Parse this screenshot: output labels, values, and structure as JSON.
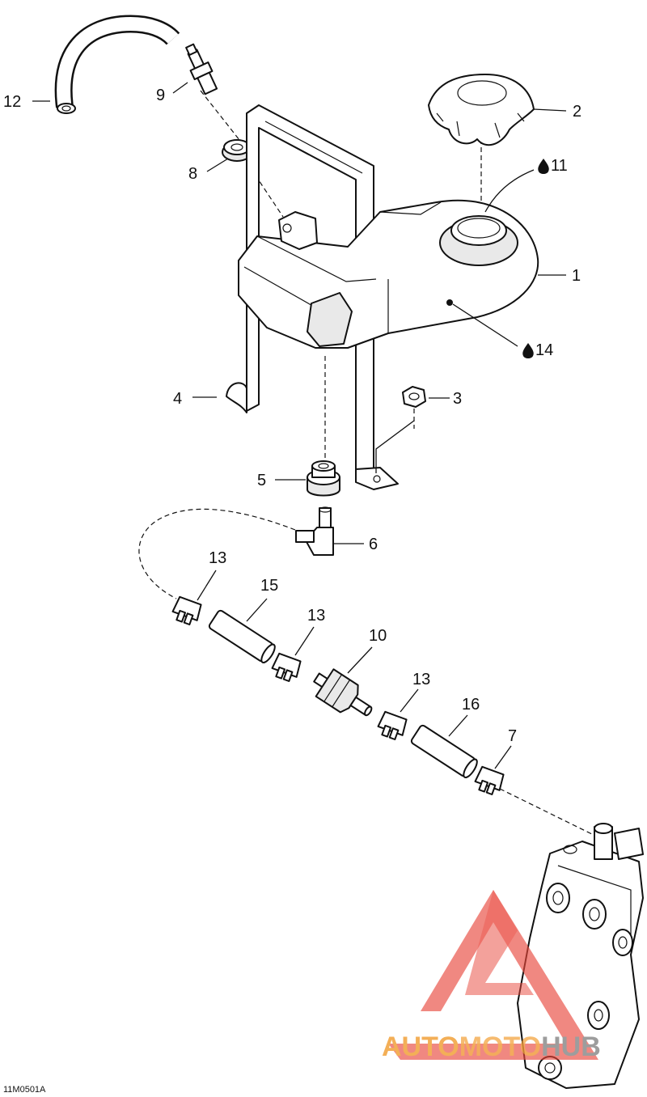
{
  "diagram": {
    "code": "11M0501A",
    "callouts": {
      "c1": "1",
      "c2": "2",
      "c3": "3",
      "c4": "4",
      "c5": "5",
      "c6": "6",
      "c7": "7",
      "c8": "8",
      "c9": "9",
      "c10": "10",
      "c11": "11",
      "c12": "12",
      "c13a": "13",
      "c13b": "13",
      "c13c": "13",
      "c14": "14",
      "c15": "15",
      "c16": "16"
    },
    "watermark": {
      "part1": "AUTO",
      "part2": "MOTO",
      "part3": "HUB"
    },
    "colors": {
      "line": "#111111",
      "watermark_red": "#e8463a",
      "watermark_orange": "#f2a23a",
      "watermark_grey": "#8c8c8c"
    }
  }
}
